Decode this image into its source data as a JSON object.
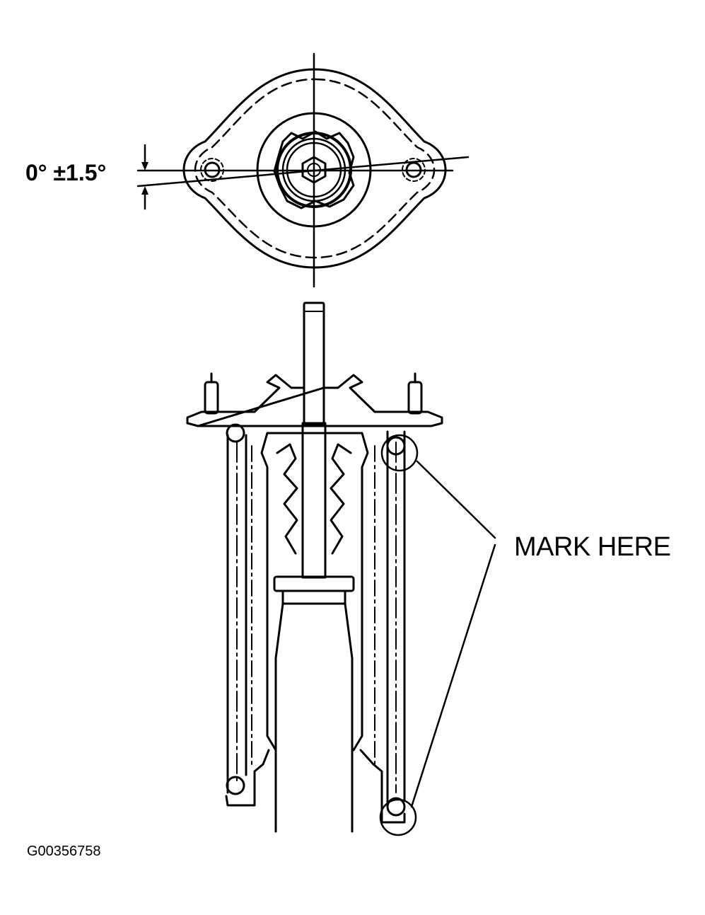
{
  "labels": {
    "angle_tolerance": "0° ±1.5°",
    "mark_here": "MARK HERE",
    "figure_code": "G00356758"
  },
  "colors": {
    "ink": "#000000",
    "paper": "#ffffff"
  }
}
